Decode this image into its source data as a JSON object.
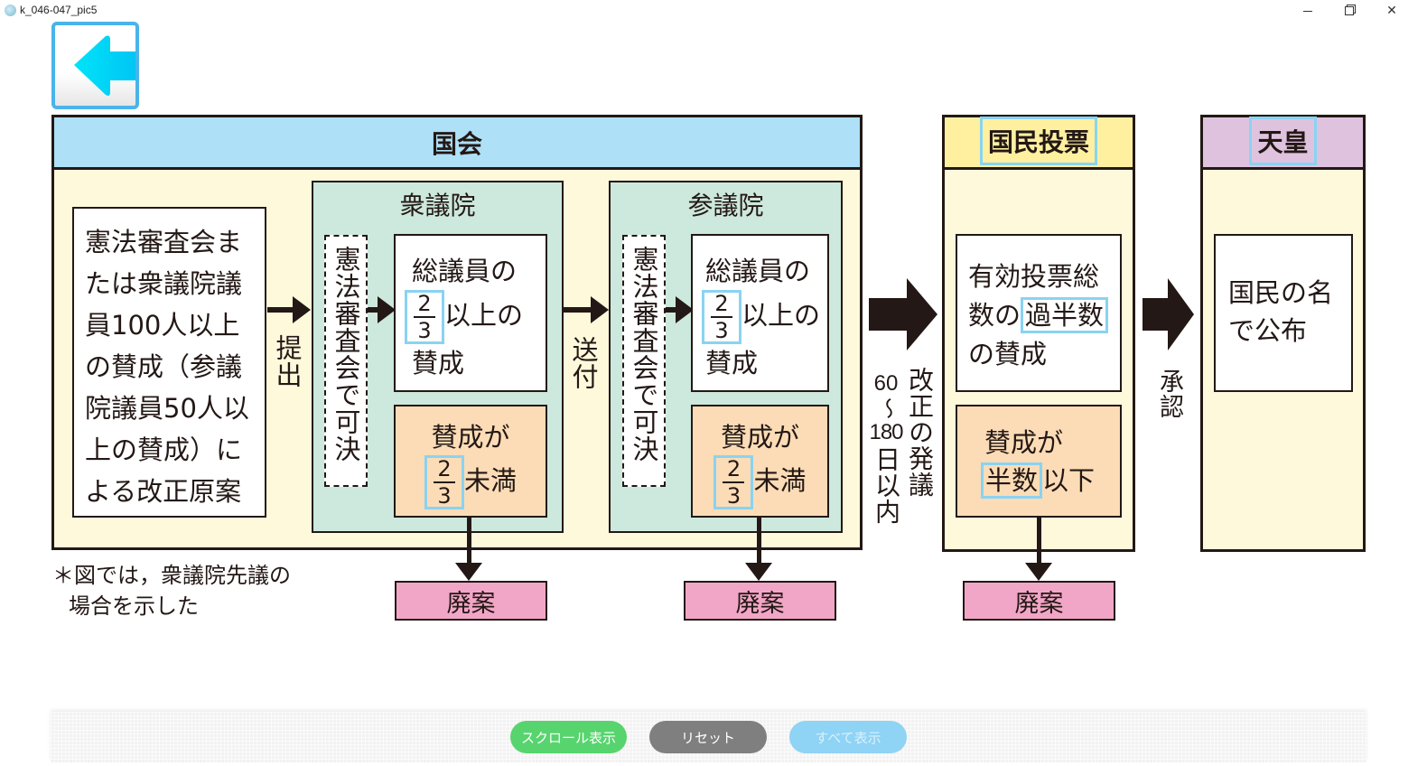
{
  "window": {
    "title": "k_046-047_pic5",
    "controls": [
      "minimize",
      "restore",
      "close"
    ]
  },
  "back_button": {
    "icon": "arrow-left-icon",
    "color": "#00c8f5"
  },
  "diet": {
    "header": "国会",
    "header_color": "#aee0f7",
    "proposal": [
      "憲法審査会ま",
      "たは衆議院議",
      "員100人以上",
      "の賛成（参議",
      "院議員50人以",
      "上の賛成）に",
      "よる改正原案"
    ],
    "submit_label": "提出",
    "send_label": "送付",
    "house_of_representatives": {
      "title": "衆議院",
      "committee": "憲法審査会で可決",
      "approve": {
        "line1": "総議員の",
        "numerator": "2",
        "denominator": "3",
        "line2_suffix": "以上の",
        "line3": "賛成"
      },
      "reject": {
        "line1": "賛成が",
        "numerator": "2",
        "denominator": "3",
        "suffix": "未満"
      }
    },
    "house_of_councillors": {
      "title": "参議院",
      "committee": "憲法審査会で可決",
      "approve": {
        "line1": "総議員の",
        "numerator": "2",
        "denominator": "3",
        "line2_suffix": "以上の",
        "line3": "賛成"
      },
      "reject": {
        "line1": "賛成が",
        "numerator": "2",
        "denominator": "3",
        "suffix": "未満"
      }
    }
  },
  "initiative": {
    "label": "改正の発議",
    "period": [
      "60",
      "〜",
      "180",
      "日以内"
    ]
  },
  "referendum": {
    "header": "国民投票",
    "header_color": "#fff0a0",
    "approve": {
      "line1": "有効投票総",
      "line2_prefix": "数の",
      "line2_highlight": "過半数",
      "line3": "の賛成"
    },
    "reject": {
      "line1": "賛成が",
      "highlight": "半数",
      "suffix": "以下"
    }
  },
  "approval_label": "承認",
  "emperor": {
    "header": "天皇",
    "header_color": "#dfc3de",
    "text": [
      "国民の名",
      "で公布"
    ]
  },
  "discard_label": "廃案",
  "note": [
    "＊図では，衆議院先議の",
    "場合を示した"
  ],
  "toolbar": {
    "scroll_label": "スクロール表示",
    "scroll_color": "#57d46e",
    "reset_label": "リセット",
    "reset_color": "#7f7f7f",
    "show_all_label": "すべて表示",
    "show_all_color": "#8fd3f5"
  }
}
